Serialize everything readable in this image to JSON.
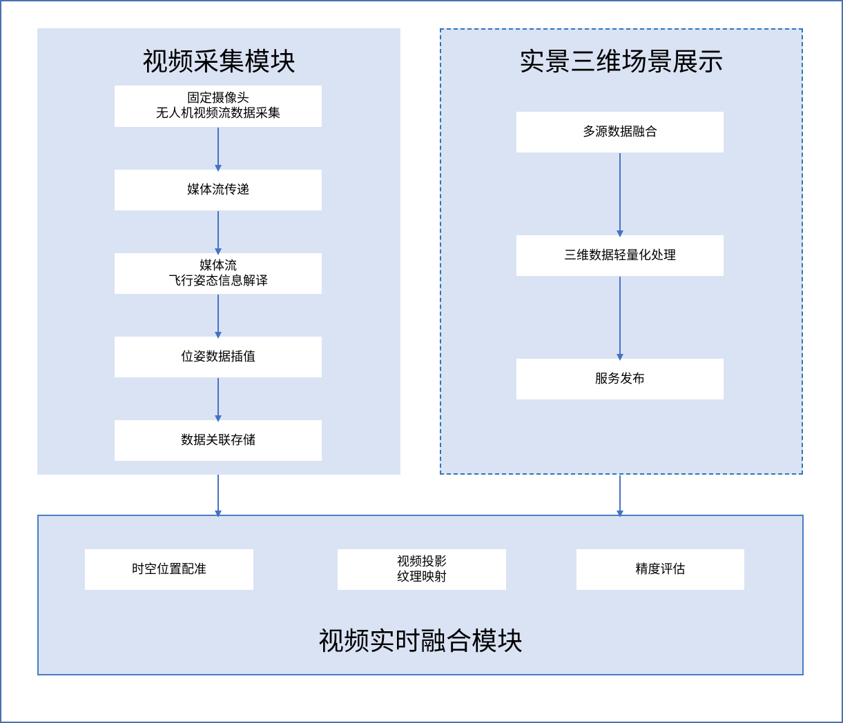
{
  "colors": {
    "panel_fill": "#dae3f4",
    "arrow": "#4472c4",
    "frame_border": "#4a6fb0",
    "dashed_border": "#2e75b6"
  },
  "capture_module": {
    "title": "视频采集模块",
    "steps": [
      {
        "line1": "固定摄像头",
        "line2": "无人机视频流数据采集"
      },
      {
        "line1": "媒体流传递"
      },
      {
        "line1": "媒体流",
        "line2": "飞行姿态信息解译"
      },
      {
        "line1": "位姿数据插值"
      },
      {
        "line1": "数据关联存储"
      }
    ]
  },
  "scene3d_module": {
    "title": "实景三维场景展示",
    "steps": [
      {
        "line1": "多源数据融合"
      },
      {
        "line1": "三维数据轻量化处理"
      },
      {
        "line1": "服务发布"
      }
    ]
  },
  "fusion_module": {
    "title": "视频实时融合模块",
    "steps": [
      {
        "line1": "时空位置配准"
      },
      {
        "line1": "视频投影",
        "line2": "纹理映射"
      },
      {
        "line1": "精度评估"
      }
    ]
  }
}
